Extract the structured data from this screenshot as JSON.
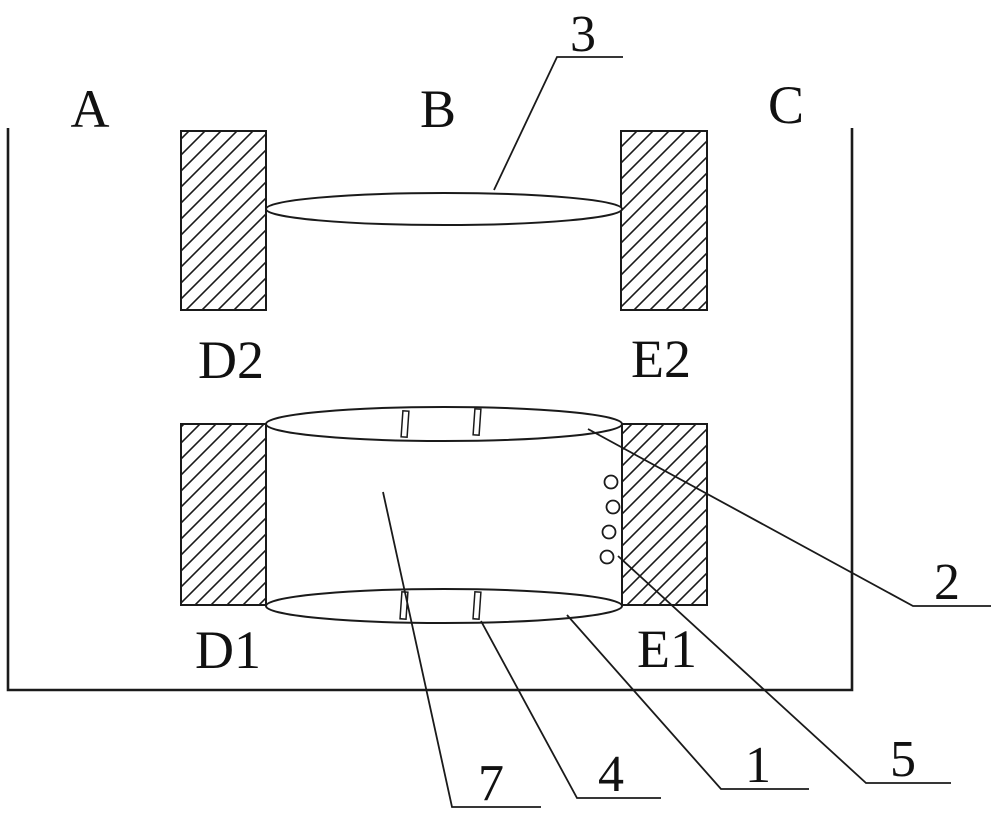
{
  "figure": {
    "colors": {
      "line": "#1a1a1a",
      "background": "#ffffff"
    },
    "labels": {
      "A": "A",
      "B": "B",
      "C": "C",
      "D1": "D1",
      "D2": "D2",
      "E1": "E1",
      "E2": "E2"
    },
    "callouts": {
      "1": "1",
      "2": "2",
      "3": "3",
      "4": "4",
      "5": "5",
      "7": "7"
    }
  }
}
